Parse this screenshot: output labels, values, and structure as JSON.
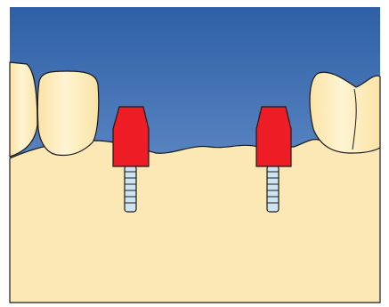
{
  "diagram": {
    "subject": "dental-implants-with-abutments",
    "components": [
      "background-sky-gradient",
      "gum-tissue",
      "natural-tooth-left-outer",
      "natural-tooth-left-inner",
      "implant-left",
      "implant-right",
      "natural-tooth-right"
    ],
    "colors": {
      "sky_top": "#2E5FA6",
      "sky_bottom": "#7FA6DA",
      "gum": "#FBE8B5",
      "tooth": "#FBE3A6",
      "tooth_highlight": "#FFF4D2",
      "outline": "#1A1A1A",
      "abutment": "#EE1C25",
      "implant_screw": "#CFE4F2",
      "frame": "#FFFFFF"
    }
  }
}
